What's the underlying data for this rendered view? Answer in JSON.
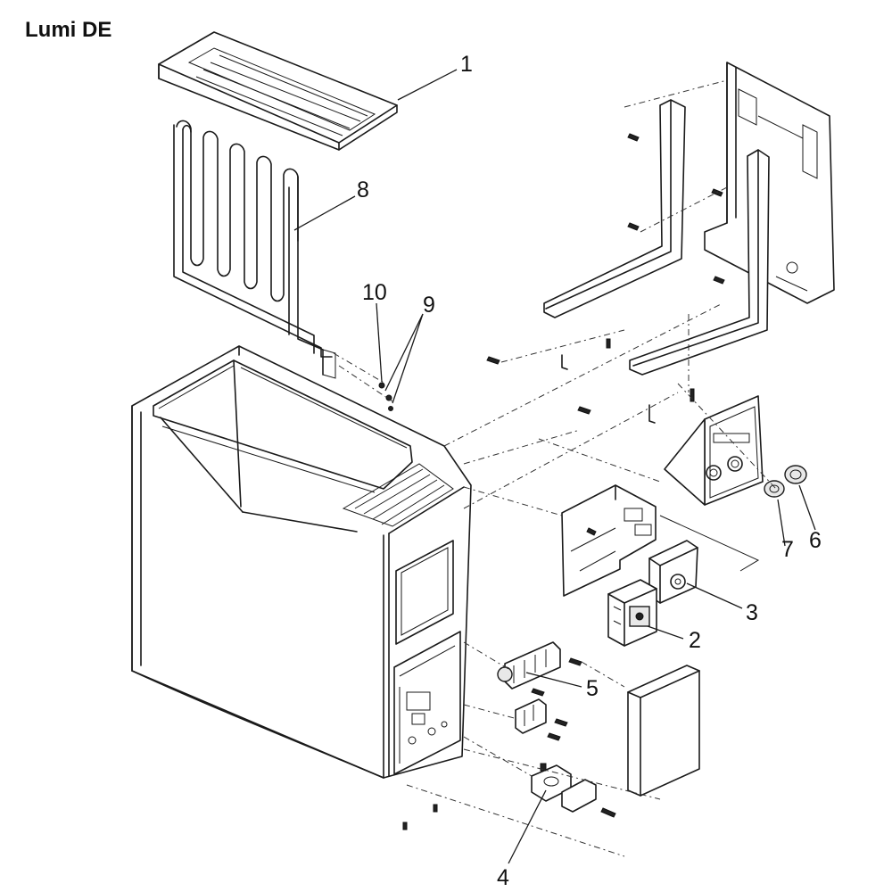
{
  "title": "Lumi DE",
  "callouts": [
    {
      "id": "1",
      "label": "1"
    },
    {
      "id": "2",
      "label": "2"
    },
    {
      "id": "3",
      "label": "3"
    },
    {
      "id": "4",
      "label": "4"
    },
    {
      "id": "5",
      "label": "5"
    },
    {
      "id": "6",
      "label": "6"
    },
    {
      "id": "7",
      "label": "7"
    },
    {
      "id": "8",
      "label": "8"
    },
    {
      "id": "9",
      "label": "9"
    },
    {
      "id": "10",
      "label": "10"
    }
  ],
  "colors": {
    "line": "#1a1a1a",
    "background": "#ffffff"
  }
}
